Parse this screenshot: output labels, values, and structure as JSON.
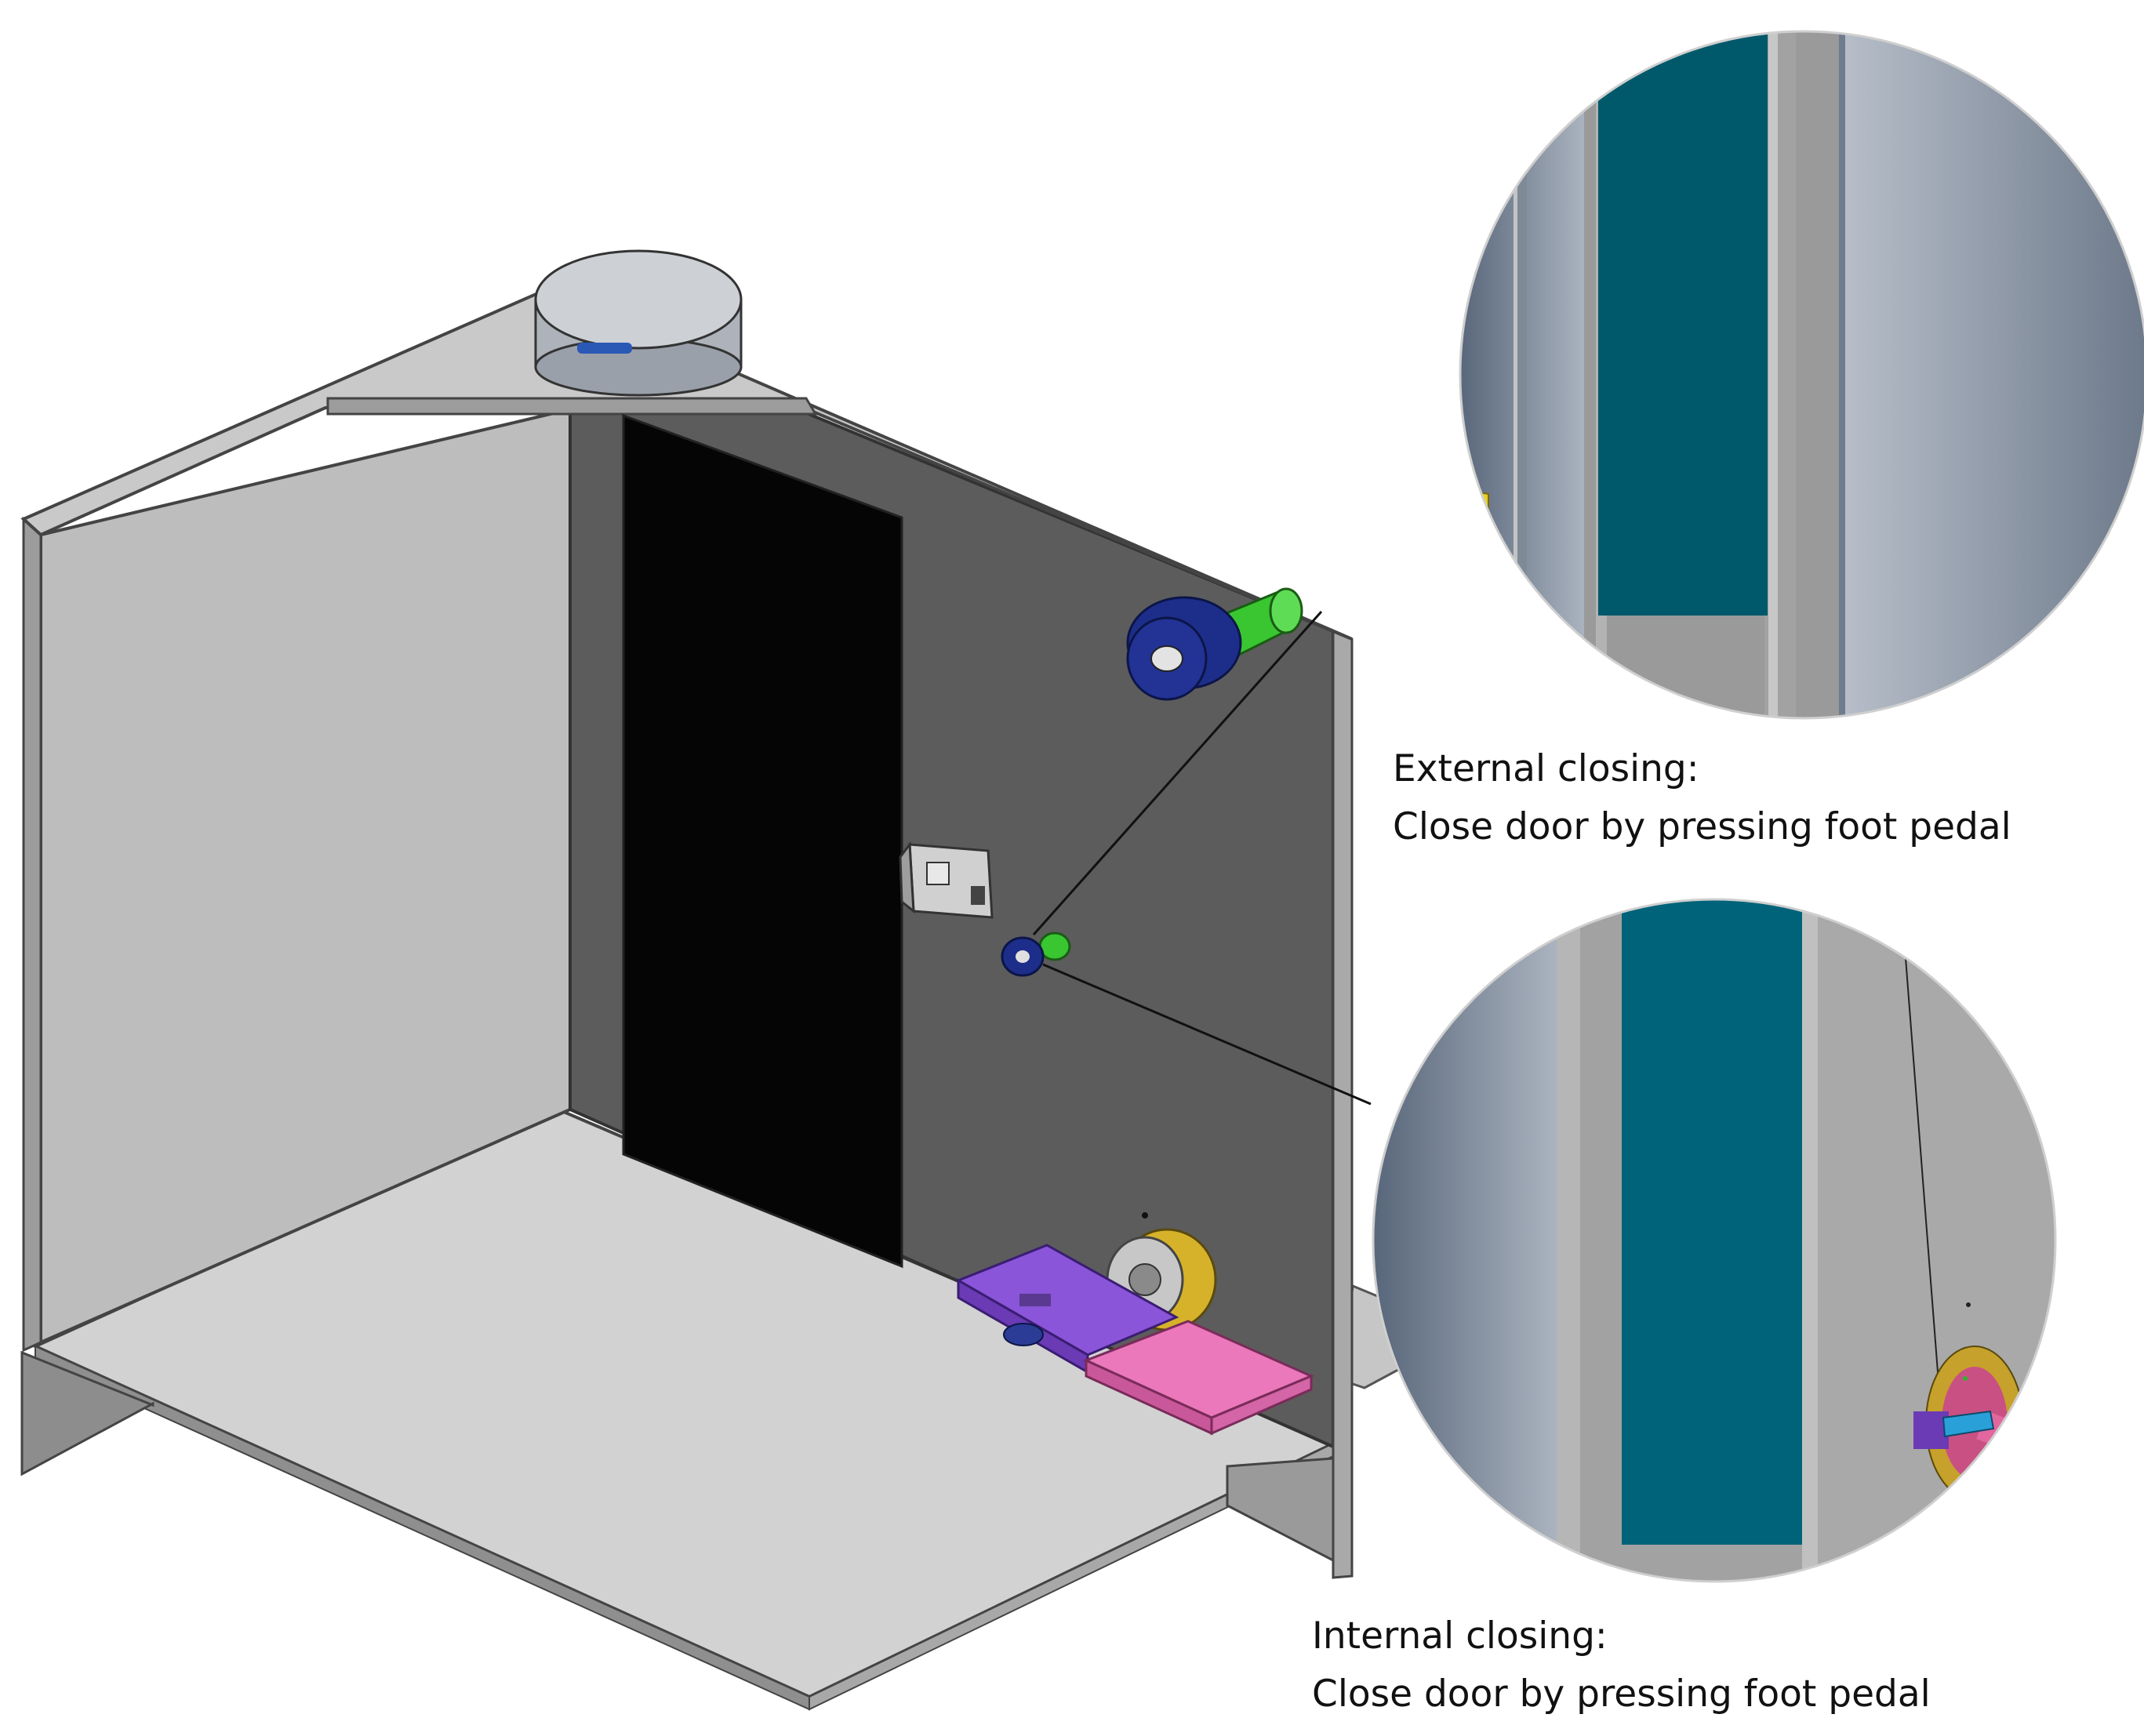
{
  "annotations": {
    "external": {
      "line1": "External closing:",
      "line2": "Close door by pressing foot pedal"
    },
    "internal": {
      "line1": "Internal closing:",
      "line2": "Close door by pressing foot pedal"
    }
  },
  "colors": {
    "door": "#050505",
    "back_wall": "#5c5c5c",
    "side_wall": "#bdbdbd",
    "floor": "#d0d0d0",
    "pulley_blue": "#1d2e8a",
    "shaft_green": "#39c631",
    "pedal_purple": "#8a55d8",
    "pedal_pink": "#ea78ba",
    "gear_yellow": "#d6b22b",
    "channel_teal": "#00596b"
  }
}
